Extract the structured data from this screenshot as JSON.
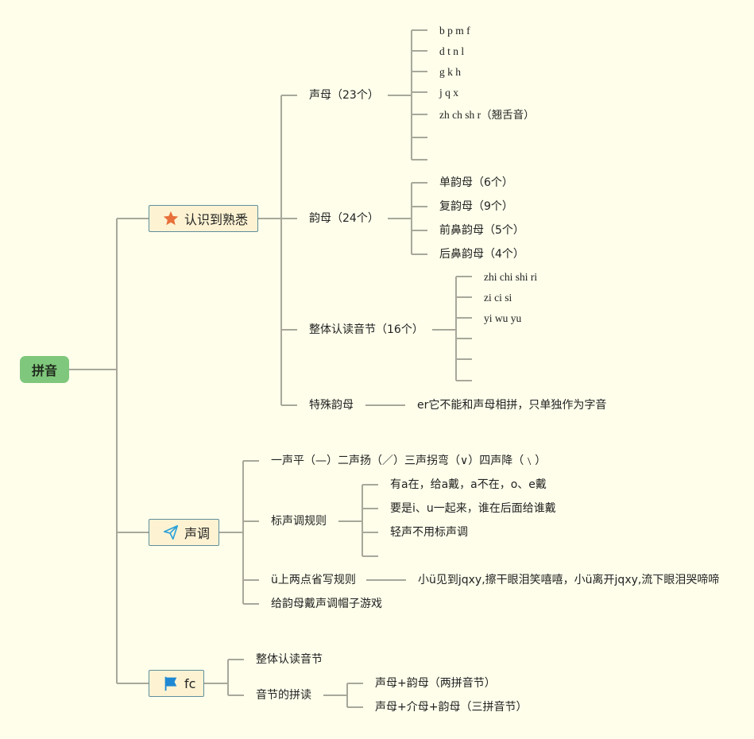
{
  "root": {
    "label": "拼音"
  },
  "colors": {
    "background": "#FEFEEB",
    "root_fill": "#7FC77C",
    "topic_fill": "#FDF3D3",
    "topic_border": "#5F8F9B",
    "line": "#A8A89A",
    "star": "#E8703A",
    "plane": "#2AA1D8",
    "flag": "#1E88D4"
  },
  "branch1": {
    "icon": "star-icon",
    "label": "认识到熟悉",
    "initials": {
      "label": "声母（23个）",
      "items": [
        "b p m f",
        "d t n l",
        "g k h",
        "j q x",
        "zh ch sh r（翘舌音）",
        "",
        ""
      ]
    },
    "finals": {
      "label": "韵母（24个）",
      "items": [
        "单韵母（6个）",
        "复韵母（9个）",
        "前鼻韵母（5个）",
        "后鼻韵母（4个）"
      ]
    },
    "whole": {
      "label": "整体认读音节（16个）",
      "items": [
        "zhi chi shi ri",
        "zi ci si",
        "yi wu yu",
        "",
        "",
        ""
      ]
    },
    "special": {
      "label": "特殊韵母",
      "desc": "er它不能和声母相拼，只单独作为字音"
    }
  },
  "branch2": {
    "icon": "paper-plane-icon",
    "label": "声调",
    "four_tones": "一声平（—）二声扬（／）三声拐弯（∨）四声降（﹨）",
    "rule": {
      "label": "标声调规则",
      "items": [
        "有a在，给a戴，a不在，o、e戴",
        "要是i、u一起来，谁在后面给谁戴",
        "轻声不用标声调",
        ""
      ]
    },
    "umlaut": {
      "label": "ü上两点省写规则",
      "desc": "小ü见到jqxy,擦干眼泪笑嘻嘻，小ü离开jqxy,流下眼泪哭啼啼"
    },
    "game": "给韵母戴声调帽子游戏"
  },
  "branch3": {
    "icon": "flag-icon",
    "label": "fc",
    "whole": "整体认读音节",
    "spelling": {
      "label": "音节的拼读",
      "items": [
        "声母+韵母（两拼音节）",
        "声母+介母+韵母（三拼音节）"
      ]
    }
  }
}
